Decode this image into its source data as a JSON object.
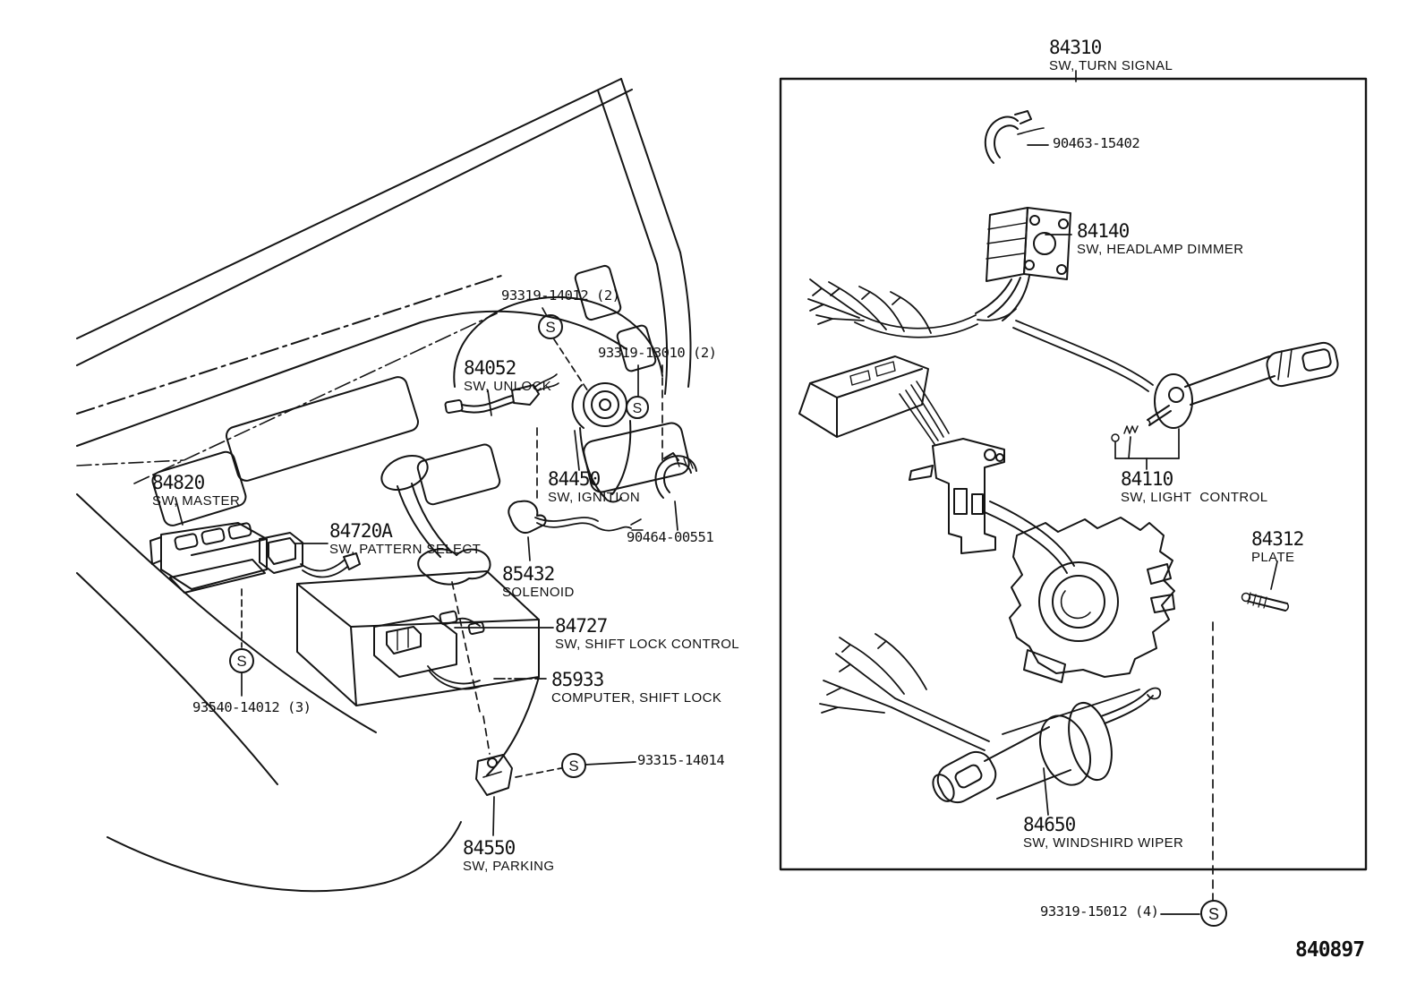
{
  "drawing": {
    "sheet_number": "840897",
    "symbols": {
      "s": "S"
    }
  },
  "labels": [
    {
      "num": "84310",
      "desc": "SW, TURN SIGNAL"
    },
    {
      "num": "90463-15402",
      "desc": ""
    },
    {
      "num": "84140",
      "desc": "SW, HEADLAMP DIMMER"
    },
    {
      "num": "84110",
      "desc": "SW, LIGHT  CONTROL"
    },
    {
      "num": "84312",
      "desc": "PLATE"
    },
    {
      "num": "84650",
      "desc": "SW, WINDSHIRD WIPER"
    },
    {
      "num": "93319-15012 (4)",
      "desc": ""
    },
    {
      "num": "93319-14012 (2)",
      "desc": ""
    },
    {
      "num": "93319-13010 (2)",
      "desc": ""
    },
    {
      "num": "84052",
      "desc": "SW, UNLOCK"
    },
    {
      "num": "84450",
      "desc": "SW, IGNITION"
    },
    {
      "num": "90464-00551",
      "desc": ""
    },
    {
      "num": "84820",
      "desc": "SW, MASTER"
    },
    {
      "num": "84720A",
      "desc": "SW, PATTERN SELECT"
    },
    {
      "num": "85432",
      "desc": "SOLENOID"
    },
    {
      "num": "84727",
      "desc": "SW, SHIFT LOCK CONTROL"
    },
    {
      "num": "85933",
      "desc": "COMPUTER, SHIFT LOCK"
    },
    {
      "num": "93540-14012 (3)",
      "desc": ""
    },
    {
      "num": "93315-14014",
      "desc": ""
    },
    {
      "num": "84550",
      "desc": "SW, PARKING"
    }
  ]
}
